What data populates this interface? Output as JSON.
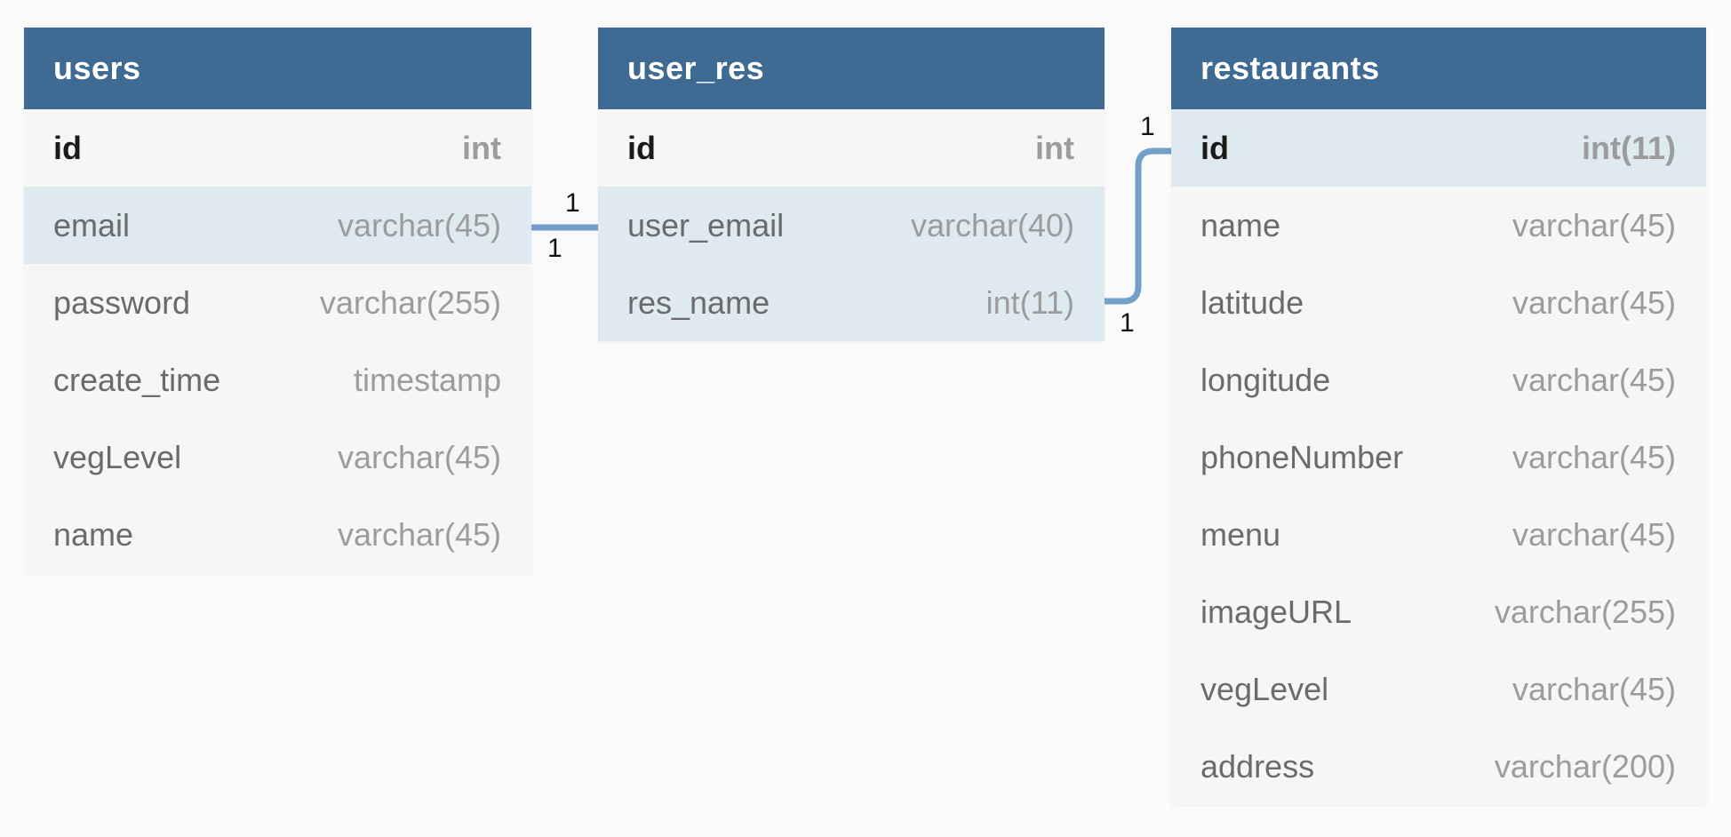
{
  "diagram": {
    "colors": {
      "page_background": "#fafafa",
      "table_header": "#3e6a94",
      "row_background": "#f6f6f6",
      "row_highlight": "#dfe9f0",
      "connector": "#739fc8",
      "column_name_text": "#6b6b6b",
      "column_type_text": "#9c9c9c",
      "primary_key_text": "#1a1a1a"
    },
    "tables": [
      {
        "name": "users",
        "columns": [
          {
            "name": "id",
            "type": "int",
            "pk": true,
            "highlight": false
          },
          {
            "name": "email",
            "type": "varchar(45)",
            "pk": false,
            "highlight": true
          },
          {
            "name": "password",
            "type": "varchar(255)",
            "pk": false,
            "highlight": false
          },
          {
            "name": "create_time",
            "type": "timestamp",
            "pk": false,
            "highlight": false
          },
          {
            "name": "vegLevel",
            "type": "varchar(45)",
            "pk": false,
            "highlight": false
          },
          {
            "name": "name",
            "type": "varchar(45)",
            "pk": false,
            "highlight": false
          }
        ]
      },
      {
        "name": "user_res",
        "columns": [
          {
            "name": "id",
            "type": "int",
            "pk": true,
            "highlight": false
          },
          {
            "name": "user_email",
            "type": "varchar(40)",
            "pk": false,
            "highlight": true
          },
          {
            "name": "res_name",
            "type": "int(11)",
            "pk": false,
            "highlight": true
          }
        ]
      },
      {
        "name": "restaurants",
        "columns": [
          {
            "name": "id",
            "type": "int(11)",
            "pk": true,
            "highlight": true
          },
          {
            "name": "name",
            "type": "varchar(45)",
            "pk": false,
            "highlight": false
          },
          {
            "name": "latitude",
            "type": "varchar(45)",
            "pk": false,
            "highlight": false
          },
          {
            "name": "longitude",
            "type": "varchar(45)",
            "pk": false,
            "highlight": false
          },
          {
            "name": "phoneNumber",
            "type": "varchar(45)",
            "pk": false,
            "highlight": false
          },
          {
            "name": "menu",
            "type": "varchar(45)",
            "pk": false,
            "highlight": false
          },
          {
            "name": "imageURL",
            "type": "varchar(255)",
            "pk": false,
            "highlight": false
          },
          {
            "name": "vegLevel",
            "type": "varchar(45)",
            "pk": false,
            "highlight": false
          },
          {
            "name": "address",
            "type": "varchar(200)",
            "pk": false,
            "highlight": false
          }
        ]
      }
    ],
    "relationships": [
      {
        "from": "users.email",
        "to": "user_res.user_email",
        "labels": [
          "1",
          "1"
        ]
      },
      {
        "from": "user_res.res_name",
        "to": "restaurants.id",
        "labels": [
          "1",
          "1"
        ]
      }
    ]
  }
}
